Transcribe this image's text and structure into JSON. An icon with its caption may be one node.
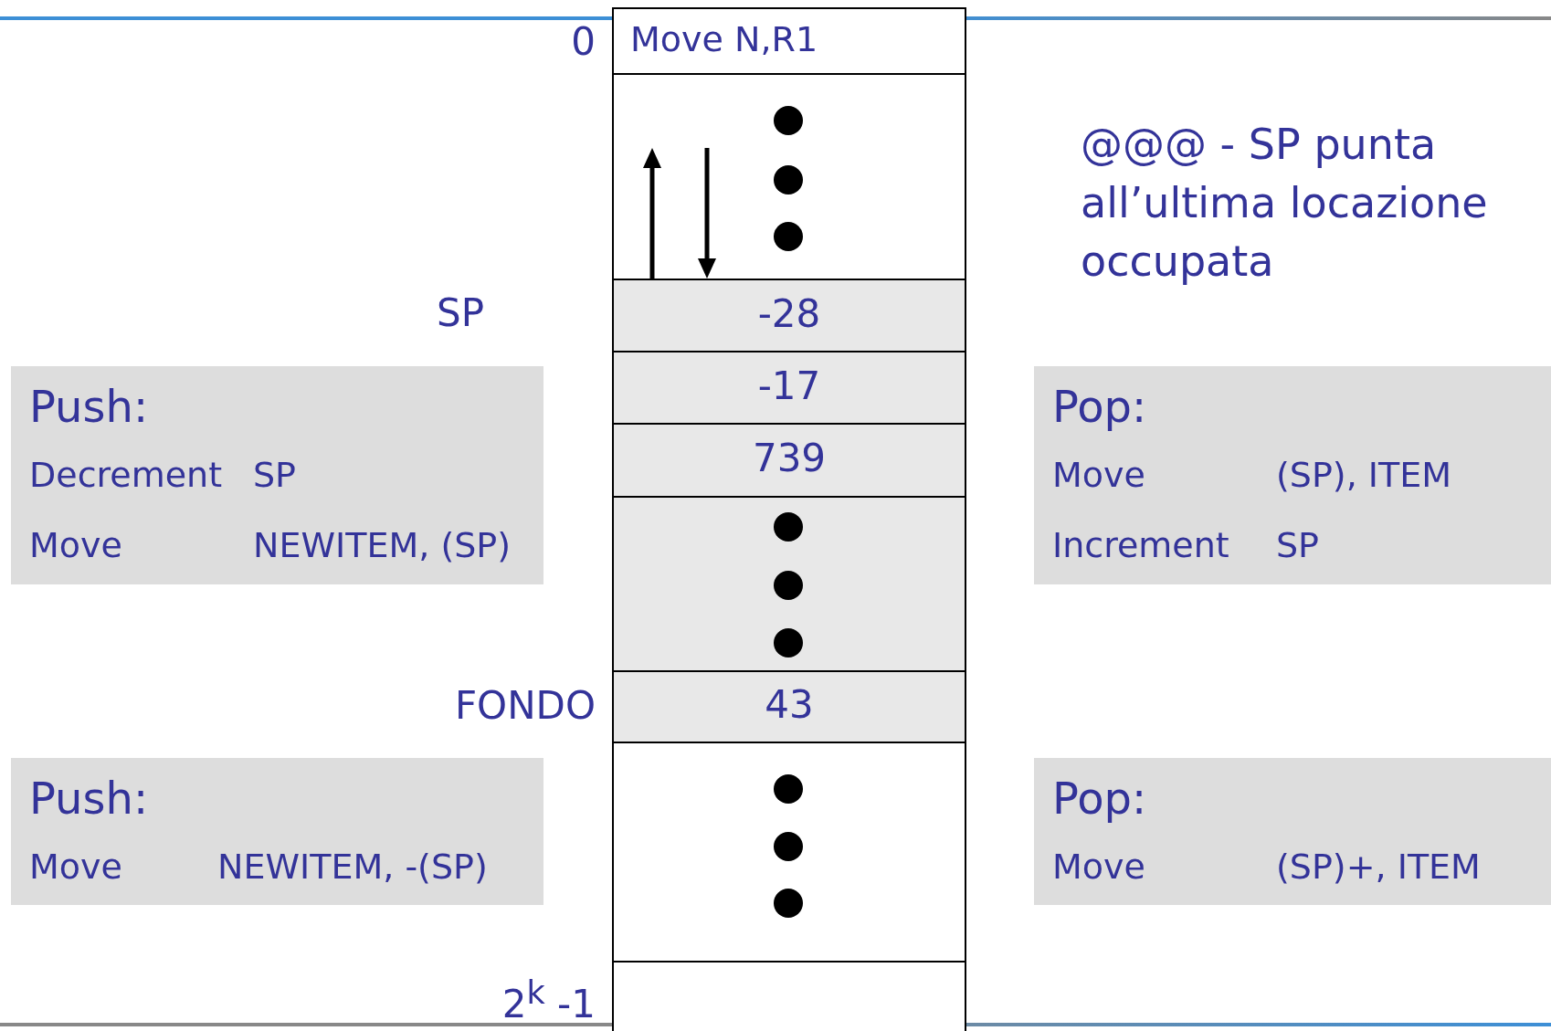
{
  "diagram": {
    "nodes": [
      {
        "text": [
          "Move N,R1"
        ],
        "beside": [
          "0"
        ]
      },
      {
        "text": [],
        "shape": "box"
      },
      {
        "text": [
          "-28"
        ]
      },
      {
        "text": [
          "-17"
        ]
      },
      {
        "text": [
          "739"
        ]
      },
      {
        "text": [],
        "shape": "box"
      },
      {
        "text": [
          "43"
        ],
        "beside": [
          "FONDO"
        ]
      },
      {
        "text": [],
        "shape": "box"
      },
      {
        "text": [],
        "shape": "box",
        "beside": [
          "2$^{k}$ -1"
        ]
      },
      {
        "text": [
          "Push:",
          "Decrement",
          "SP",
          "Move",
          "NEWITEM, (SP)"
        ]
      },
      {
        "text": [
          "Pop:",
          "Move",
          "(SP), ITEM",
          "Increment",
          "SP"
        ]
      },
      {
        "text": [
          "Push:",
          "Move",
          "NEWITEM, -(SP)"
        ]
      },
      {
        "text": [
          "Pop:",
          "Move",
          "(SP)+, ITEM"
        ]
      }
    ],
    "labels": [
      "@@@ - SP punta all’ultima locazione occupata",
      "SP"
    ]
  }
}
